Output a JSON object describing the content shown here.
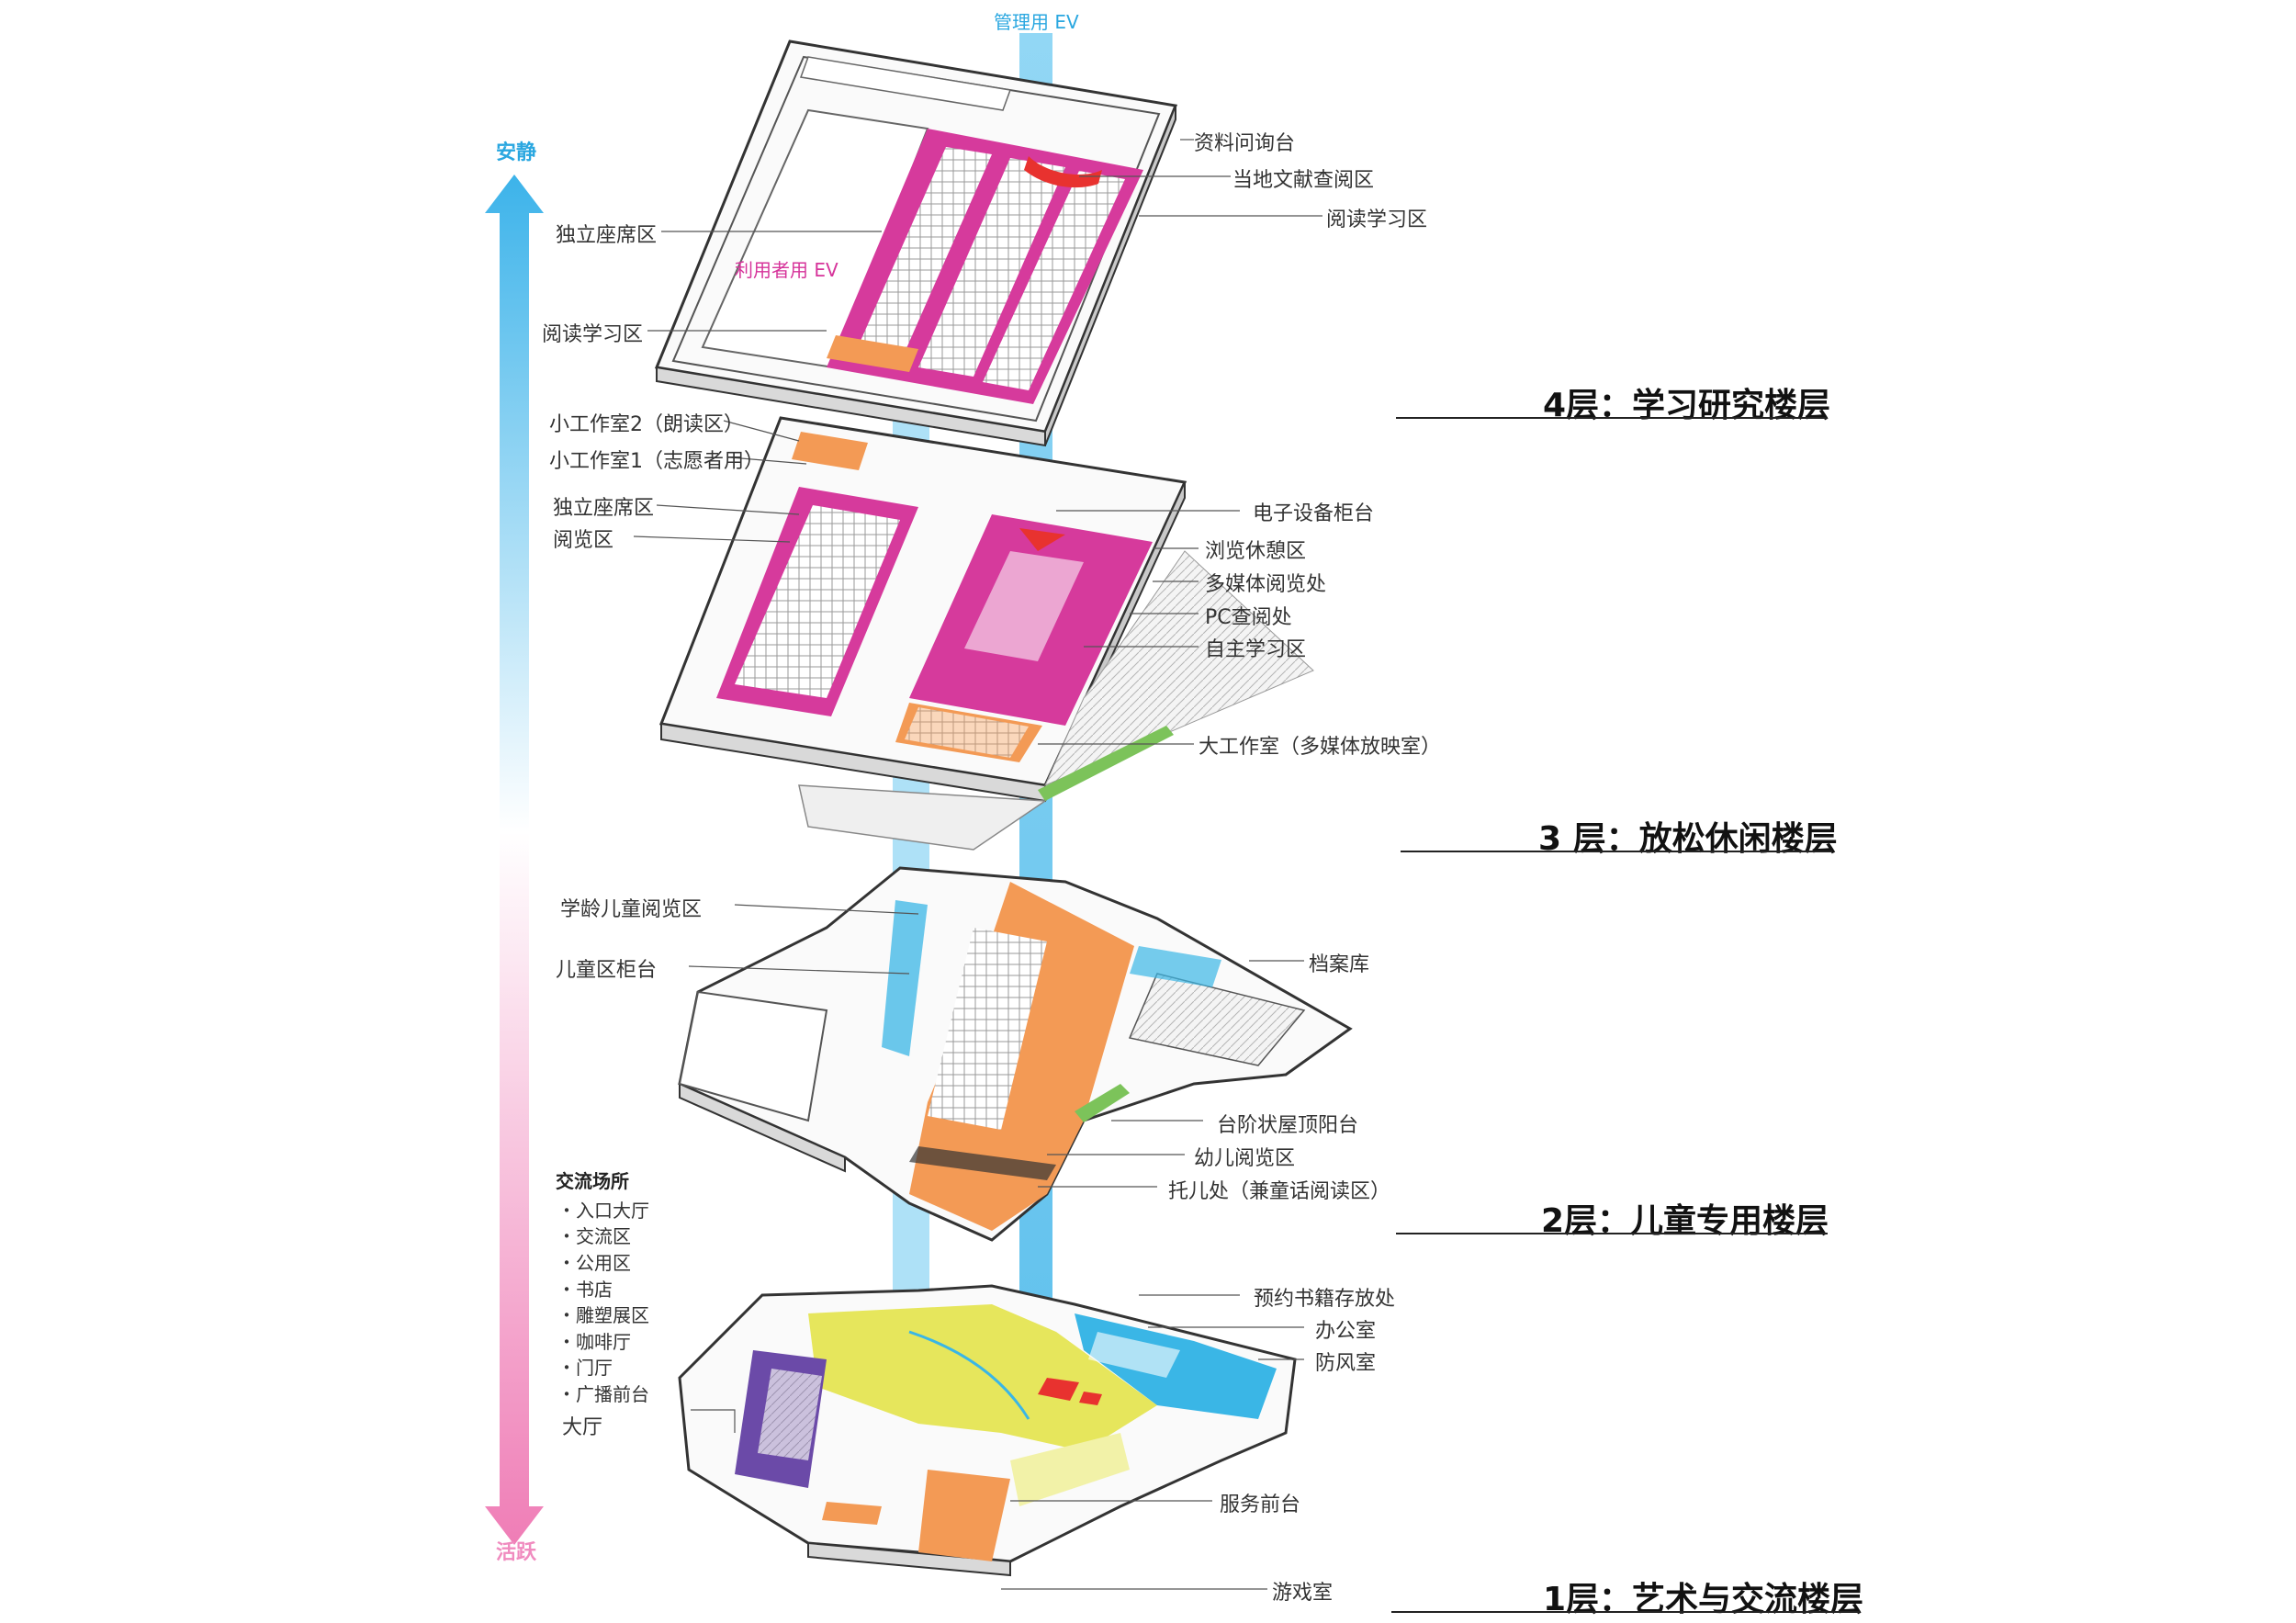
{
  "axis": {
    "top_label": "安静",
    "bottom_label": "活跃",
    "top_color": "#2aa7e0",
    "bottom_color": "#f08bbf"
  },
  "elevators": {
    "staff": "管理用 EV",
    "public": "利用者用 EV"
  },
  "floors": {
    "f4": {
      "title": "4层：学习研究楼层",
      "labels": {
        "reference_desk": "资料问询台",
        "local_docs": "当地文献查阅区",
        "reading_right": "阅读学习区",
        "solo_seats": "独立座席区",
        "reading_left": "阅读学习区"
      }
    },
    "f3": {
      "title": "3 层：放松休闲楼层",
      "labels": {
        "studio2": "小工作室2（朗读区）",
        "studio1": "小工作室1（志愿者用）",
        "solo_seats": "独立座席区",
        "reading": "阅览区",
        "device_desk": "电子设备柜台",
        "browse_lounge": "浏览休憩区",
        "multimedia": "多媒体阅览处",
        "pc": "PC查阅处",
        "self_study": "自主学习区",
        "big_studio": "大工作室（多媒体放映室）"
      }
    },
    "f2": {
      "title": "2层：儿童专用楼层",
      "labels": {
        "school_kids": "学龄儿童阅览区",
        "kids_desk": "儿童区柜台",
        "archive": "档案库",
        "terrace": "台阶状屋顶阳台",
        "infant": "幼儿阅览区",
        "nursery": "托儿处（兼童话阅读区）"
      }
    },
    "f1": {
      "title": "1层：艺术与交流楼层",
      "labels": {
        "reserve": "预约书籍存放处",
        "office": "办公室",
        "windbreak": "防风室",
        "service": "服务前台",
        "playroom": "游戏室",
        "hall": "大厅"
      },
      "exchange": {
        "title": "交流场所",
        "items": [
          "・入口大厅",
          "・交流区",
          "・公用区",
          "・书店",
          "・雕塑展区",
          "・咖啡厅",
          "・门厅",
          "・广播前台"
        ]
      }
    }
  },
  "colors": {
    "quiet": "#d63a9c",
    "children": "#f39a55",
    "lively": "#e6e65c",
    "office": "#3ab6e6",
    "hall": "#6b4aa8",
    "ev_shaft": "#5ec3ef",
    "roof_green": "#7cc35a",
    "desk_red": "#e8322f"
  }
}
